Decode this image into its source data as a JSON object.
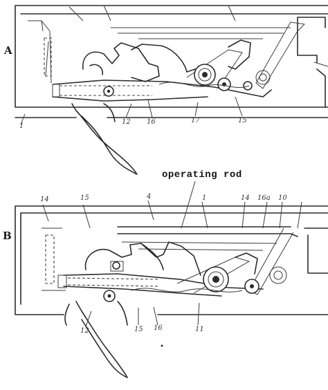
{
  "panels": [
    {
      "letter": "A",
      "labels": [
        "1",
        "12",
        "16",
        "17",
        "15"
      ]
    },
    {
      "letter": "B",
      "labels": [
        "14",
        "15",
        "4",
        "1",
        "14",
        "16a",
        "10",
        "12",
        "15",
        "16",
        "11"
      ]
    }
  ],
  "caption": "operating rod"
}
